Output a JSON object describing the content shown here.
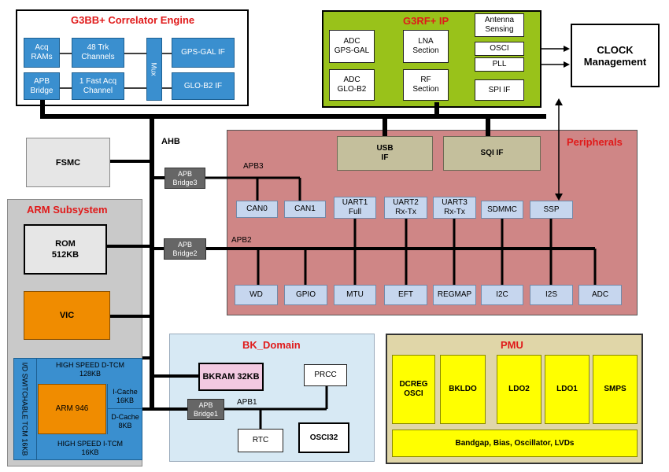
{
  "colors": {
    "correlator_title": "#e01a1a",
    "rf_bg": "#99c21a",
    "peripherals_bg": "#cf8686",
    "arm_bg": "#c9c9c9",
    "bk_bg": "#d7e9f4",
    "pmu_bg": "#e0d6a8",
    "bus": "#000000",
    "blue_block": "#3a8fcf",
    "vic_orange": "#f08c00",
    "pmu_yellow": "#ffff00"
  },
  "correlator": {
    "title": "G3BB+ Correlator Engine",
    "acq_rams": "Acq RAMs",
    "trk_channels": "48 Trk Channels",
    "mux": "Mux",
    "gps_gal_if": "GPS-GAL IF",
    "apb_bridge": "APB Bridge",
    "fast_acq": "1 Fast Acq Channel",
    "glo_b2_if": "GLO-B2 IF"
  },
  "rf": {
    "title": "G3RF+ IP",
    "adc_gps": "ADC GPS-GAL",
    "lna": "LNA Section",
    "antenna": "Antenna Sensing",
    "osci": "OSCI",
    "pll": "PLL",
    "adc_glo": "ADC GLO-B2",
    "rf_section": "RF Section",
    "spi_if": "SPI IF"
  },
  "clock": {
    "title": "CLOCK Management"
  },
  "bus": {
    "ahb": "AHB",
    "apb3": "APB3",
    "apb2": "APB2",
    "apb1": "APB1"
  },
  "fsmc": "FSMC",
  "bridges": {
    "bridge3": "APB Bridge3",
    "bridge2": "APB Bridge2",
    "bridge1": "APB Bridge1"
  },
  "peripherals": {
    "title": "Peripherals",
    "usb": "USB IF",
    "sqi": "SQI IF",
    "row1": [
      "CAN0",
      "CAN1",
      "UART1 Full",
      "UART2 Rx-Tx",
      "UART3 Rx-Tx",
      "SDMMC",
      "SSP"
    ],
    "row2": [
      "WD",
      "GPIO",
      "MTU",
      "EFT",
      "REGMAP",
      "I2C",
      "I2S",
      "ADC"
    ]
  },
  "arm": {
    "title": "ARM Subsystem",
    "rom": "ROM 512KB",
    "vic": "VIC",
    "dtcm": "HIGH SPEED D-TCM 128KB",
    "itcm": "HIGH SPEED I-TCM 16KB",
    "switchable": "I/D SWITCHABLE TCM 16KB",
    "core": "ARM 946",
    "icache": "I-Cache 16KB",
    "dcache": "D-Cache 8KB"
  },
  "bk": {
    "title": "BK_Domain",
    "bkram": "BKRAM 32KB",
    "prcc": "PRCC",
    "rtc": "RTC",
    "osci32": "OSCI32"
  },
  "pmu": {
    "title": "PMU",
    "dcreg": "DCREG OSCI",
    "bkldo": "BKLDO",
    "ldo2": "LDO2",
    "ldo1": "LDO1",
    "smps": "SMPS",
    "bandgap": "Bandgap, Bias, Oscillator, LVDs"
  }
}
